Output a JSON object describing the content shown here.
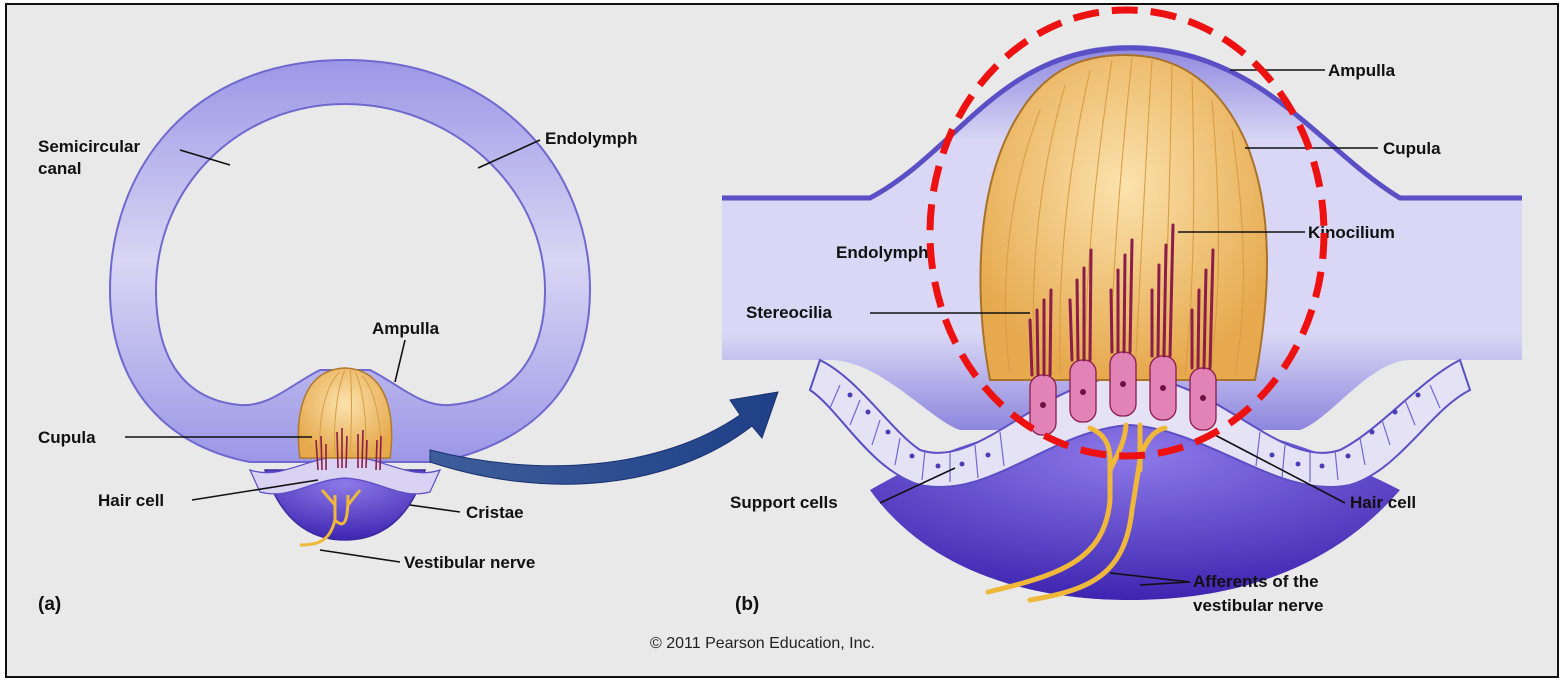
{
  "figure": {
    "copyright": "© 2011 Pearson Education, Inc.",
    "panel_a": {
      "tag": "(a)",
      "labels": {
        "semicircular_canal_1": "Semicircular",
        "semicircular_canal_2": "canal",
        "endolymph": "Endolymph",
        "ampulla": "Ampulla",
        "cupula": "Cupula",
        "hair_cell": "Hair cell",
        "cristae": "Cristae",
        "vestibular_nerve": "Vestibular nerve"
      }
    },
    "panel_b": {
      "tag": "(b)",
      "labels": {
        "ampulla": "Ampulla",
        "cupula": "Cupula",
        "kinocilium": "Kinocilium",
        "endolymph": "Endolymph",
        "stereocilia": "Stereocilia",
        "support_cells": "Support cells",
        "hair_cell": "Hair cell",
        "afferents_1": "Afferents of the",
        "afferents_2": "vestibular nerve"
      }
    }
  },
  "colors": {
    "background": "#e9e9e9",
    "canal": "#c9c6ef",
    "canal_edge": "#5a4fc4",
    "cupula": "#f2c77a",
    "hair_cell": "#e283b8",
    "nerve": "#f0b83a",
    "crista_base": "#5b3fc9",
    "highlight_circle": "#ee1111"
  }
}
